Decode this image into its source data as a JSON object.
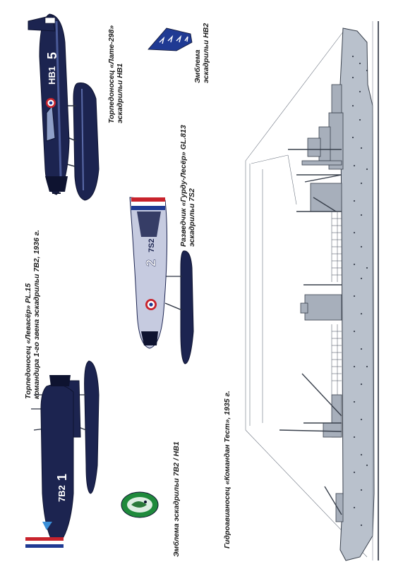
{
  "captions": {
    "latecoere": {
      "line1": "Торпедоносец «Лате-298»",
      "line2": "эскадрильи HB1"
    },
    "emblem_hb2": {
      "line1": "Эмблема",
      "line2": "эскадрильи HB2"
    },
    "gourdou": {
      "line1": "Разведчик «Гурду-Лесёр» GL.813",
      "line2": "эскадрильи 7S2"
    },
    "levasseur": {
      "line1": "Торпедоносец «Левасёр» PL.15",
      "line2": "командира 1-го звена эскадрильи 7B2, 1936 г."
    },
    "emblem_7b2": {
      "line1": "Эмблема эскадрильи 7B2 / HB1"
    },
    "ship": {
      "line1": "Гидроавианосец «Командан Тест», 1935 г."
    }
  },
  "markings": {
    "late_code": "HB1",
    "late_number": "5",
    "gourdou_number": "2",
    "gourdou_code": "7S2",
    "levasseur_code": "7B2",
    "levasseur_number": "1"
  },
  "colors": {
    "navy": "#1c2450",
    "navy_dark": "#0e1330",
    "ship_grey": "#b9c1cc",
    "ship_dark": "#5a6270",
    "silver": "#c6cbe0",
    "emblem_green": "#1f8a3c",
    "roundel_red": "#c8232c",
    "roundel_blue": "#1f3a93"
  }
}
